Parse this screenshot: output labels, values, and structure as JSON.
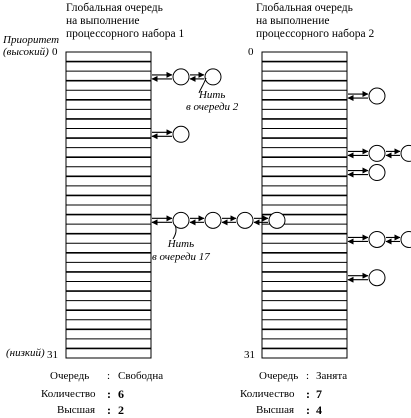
{
  "left": {
    "title": [
      "Глобальная очередь",
      "на выполнение",
      "процессорного набора 1"
    ],
    "priority_high": [
      "Приоритет",
      "(высокий)"
    ],
    "priority_low": "(низкий)",
    "index_top": "0",
    "index_bottom": "31",
    "ann1": [
      "Нить",
      "в очереди 2"
    ],
    "ann2": [
      "Нить",
      "в очереди 17"
    ],
    "stats": [
      {
        "label": "Очередь",
        "sep": ":",
        "value": "Свободна"
      },
      {
        "label": "Количество",
        "sep": ":",
        "value": "6"
      },
      {
        "label": "Высшая",
        "sep": ":",
        "value": "2"
      }
    ],
    "threads": [
      {
        "row": 2,
        "count": 2
      },
      {
        "row": 8,
        "count": 1
      },
      {
        "row": 17,
        "count": 4
      }
    ]
  },
  "right": {
    "title": [
      "Глобальная очередь",
      "на выполнение",
      "процессорного набора 2"
    ],
    "index_top": "0",
    "index_bottom": "31",
    "stats": [
      {
        "label": "Очередь",
        "sep": ":",
        "value": "Занята"
      },
      {
        "label": "Количество",
        "sep": ":",
        "value": "7"
      },
      {
        "label": "Высшая",
        "sep": ":",
        "value": "4"
      }
    ],
    "threads": [
      {
        "row": 4,
        "count": 1
      },
      {
        "row": 10,
        "count": 3
      },
      {
        "row": 12,
        "count": 1
      },
      {
        "row": 19,
        "count": 2
      },
      {
        "row": 23,
        "count": 1
      }
    ]
  },
  "rows": 32
}
